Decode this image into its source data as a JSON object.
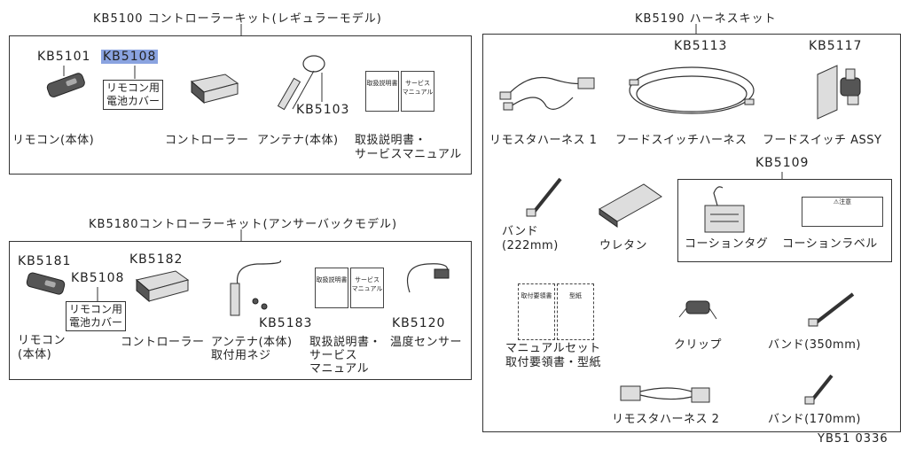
{
  "kit_regular": {
    "title": "KB5100 コントローラーキット(レギュラーモデル)",
    "remote_code": "KB5101",
    "battery_cover_code": "KB5108",
    "battery_cover_label_1": "リモコン用",
    "battery_cover_label_2": "電池カバー",
    "antenna_code": "KB5103",
    "remote_label": "リモコン(本体)",
    "controller_label": "コントローラー",
    "antenna_label": "アンテナ(本体)",
    "manual_label_1": "取扱説明書・",
    "manual_label_2": "サービスマニュアル",
    "manual_book_1": "取扱説明書",
    "manual_book_2": "サービス マニュアル"
  },
  "kit_answerback": {
    "title": "KB5180コントローラーキット(アンサーバックモデル)",
    "remote_code": "KB5181",
    "controller_code": "KB5182",
    "battery_cover_code": "KB5108",
    "battery_cover_label_1": "リモコン用",
    "battery_cover_label_2": "電池カバー",
    "antenna_code": "KB5183",
    "sensor_code": "KB5120",
    "remote_label_1": "リモコン",
    "remote_label_2": "(本体)",
    "controller_label": "コントローラー",
    "antenna_label_1": "アンテナ(本体)",
    "antenna_label_2": "取付用ネジ",
    "manual_label_1": "取扱説明書・",
    "manual_label_2": "サービス",
    "manual_label_3": "マニュアル",
    "manual_book_1": "取扱説明書",
    "manual_book_2": "サービス マニュアル",
    "sensor_label": "温度センサー"
  },
  "harness_kit": {
    "title": "KB5190 ハーネスキット",
    "starter_harness_1_label": "リモスタハーネス 1",
    "hood_switch_harness_code": "KB5113",
    "hood_switch_harness_label": "フードスイッチハーネス",
    "hood_switch_code": "KB5117",
    "hood_switch_label": "フードスイッチ ASSY",
    "caution_code": "KB5109",
    "caution_tag_label": "コーションタグ",
    "caution_label_label": "コーションラベル",
    "caution_label_title": "⚠注意",
    "band_222_label_1": "バンド",
    "band_222_label_2": "(222mm)",
    "urethane_label": "ウレタン",
    "manual_set_label_1": "マニュアルセット",
    "manual_set_label_2": "取付要領書・型紙",
    "manual_set_book_1": "取付要領書",
    "manual_set_book_2": "型紙",
    "clip_label": "クリップ",
    "band_350_label": "バンド(350mm)",
    "starter_harness_2_label": "リモスタハーネス 2",
    "band_170_label": "バンド(170mm)"
  },
  "figure_id": "YB51 0336"
}
